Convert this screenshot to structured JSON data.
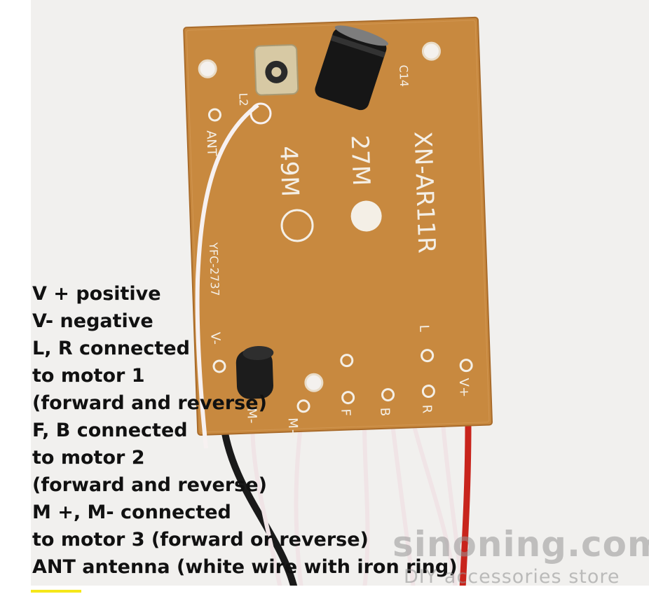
{
  "board": {
    "model": "XN-AR11R",
    "freq_27": "27M",
    "freq_49": "49M",
    "code": "YFC-2737",
    "coil_label": "L2",
    "cap_label": "C14",
    "ant_label": "ANT",
    "pads": {
      "v_minus": "V-",
      "m_minus": "M-",
      "m_plus": "M+",
      "f": "F",
      "b": "B",
      "l": "L",
      "r": "R",
      "v_plus": "V+"
    }
  },
  "description": {
    "lines": [
      "V + positive",
      "V- negative",
      "L, R connected",
      "to motor 1",
      "(forward and reverse)",
      "F, B connected",
      "to motor 2",
      "(forward and reverse)",
      "M +, M- connected",
      "to motor 3 (forward or reverse)",
      "ANT antenna (white wire with iron ring)"
    ]
  },
  "watermark": {
    "brand": "sinoning.com",
    "tagline": "DIY accessories store"
  },
  "colors": {
    "pcb": "#c8893f",
    "wire_red": "#c8241c",
    "wire_black": "#1a1a1a",
    "wire_white": "#f5eeee"
  }
}
